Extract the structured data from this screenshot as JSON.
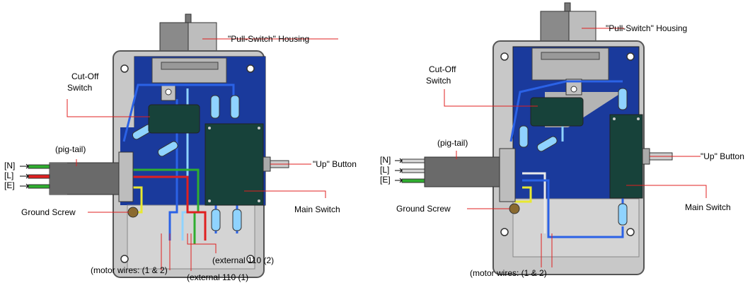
{
  "diagrams": [
    {
      "labels": {
        "pull_switch_housing": "\"Pull-Switch\" Housing",
        "cut_off_switch_line1": "Cut-Off",
        "cut_off_switch_line2": "Switch",
        "pig_tail": "(pig-tail)",
        "wire_n": "[N]",
        "wire_l": "[L]",
        "wire_e": "[E]",
        "up_button": "\"Up\" Button",
        "ground_screw": "Ground Screw",
        "main_switch": "Main Switch",
        "motor_wires": "(motor wires: (1 & 2)",
        "external_110_2": "(external 110 (2)",
        "external_110_1": "(external 110 (1)"
      }
    },
    {
      "labels": {
        "pull_switch_housing": "\"Pull-Switch\" Housing",
        "cut_off_switch_line1": "Cut-Off",
        "cut_off_switch_line2": "Switch",
        "pig_tail": "(pig-tail)",
        "wire_n": "[N]",
        "wire_l": "[L]",
        "wire_e": "[E]",
        "up_button": "\"Up\" Button",
        "ground_screw": "Ground Screw",
        "main_switch": "Main Switch",
        "motor_wires": "(motor wires: (1 & 2)"
      }
    }
  ],
  "colors": {
    "enclosure": "#c8c8c8",
    "interior": "#1a3a9c",
    "switch_body": "#17423a",
    "wire_blue": "#2b62e6",
    "wire_light_blue": "#8fd3ff",
    "wire_red": "#e02020",
    "wire_green": "#2fae2f",
    "wire_yellow": "#e8e830",
    "leader_line": "#e02020"
  }
}
